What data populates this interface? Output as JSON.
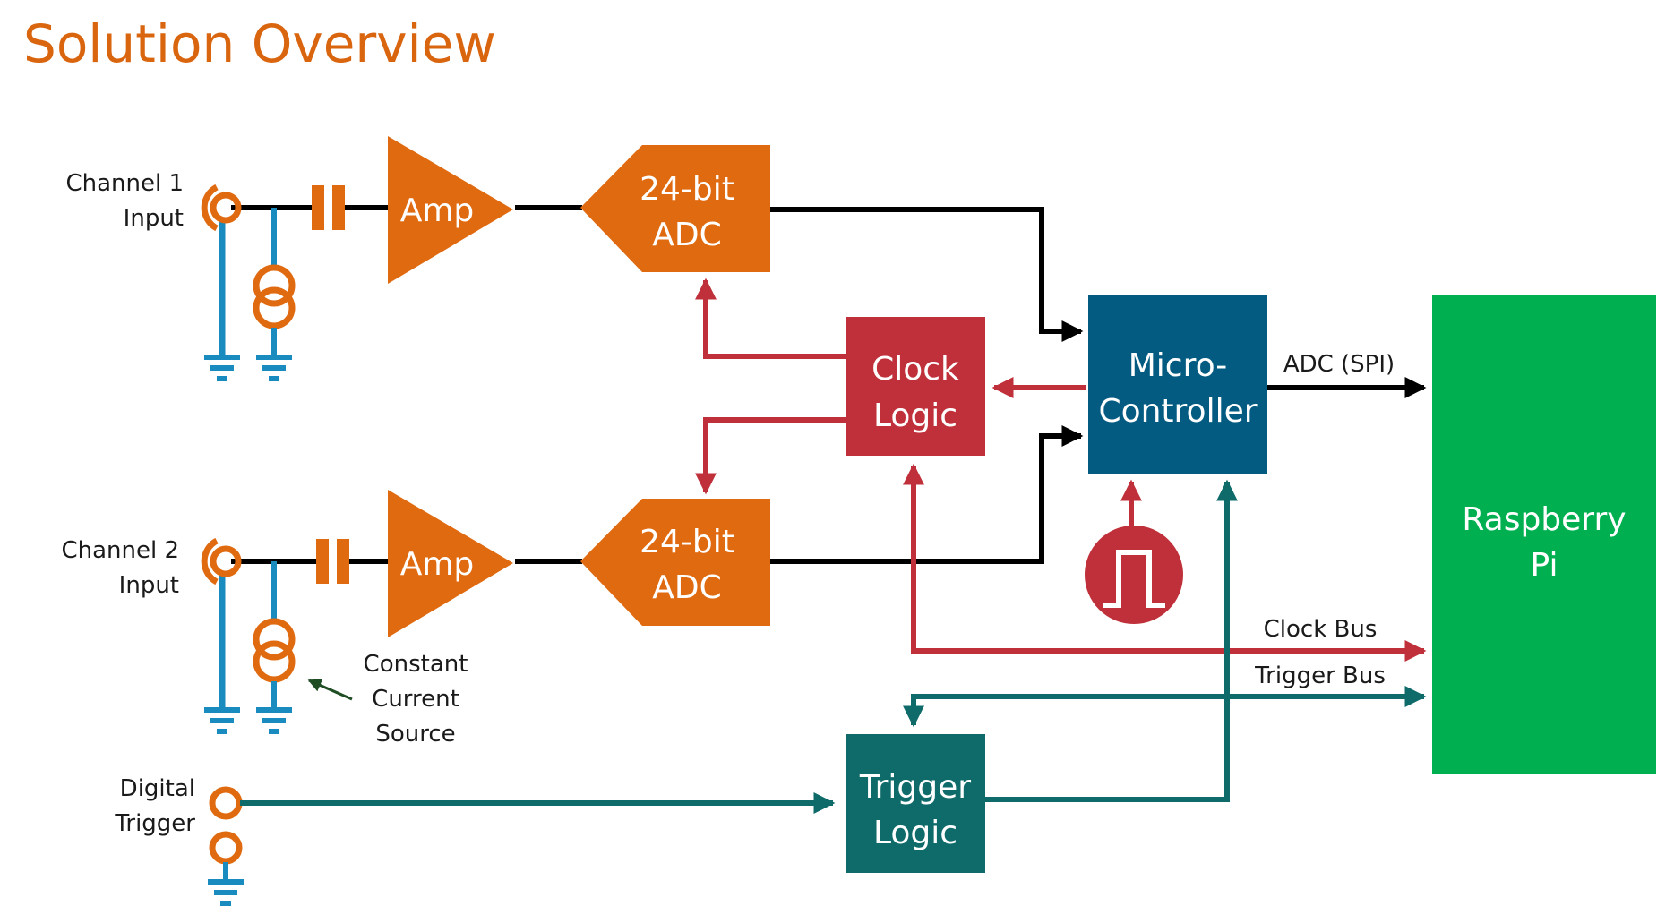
{
  "title": "Solution Overview",
  "colors": {
    "title": "#d9650f",
    "orange": "#e06a10",
    "blue": "#1a8bbf",
    "red": "#c0303a",
    "teal": "#0f6b6a",
    "navy": "#045b82",
    "green": "#00b050",
    "black": "#000000"
  },
  "inputs": {
    "channel1": [
      "Channel 1",
      "Input"
    ],
    "channel2": [
      "Channel 2",
      "Input"
    ],
    "trigger": [
      "Digital",
      "Trigger"
    ]
  },
  "current_source_label": [
    "Constant",
    "Current",
    "Source"
  ],
  "blocks": {
    "amp1": "Amp",
    "amp2": "Amp",
    "adc1": [
      "24-bit",
      "ADC"
    ],
    "adc2": [
      "24-bit",
      "ADC"
    ],
    "clock_logic": [
      "Clock",
      "Logic"
    ],
    "microcontroller": [
      "Micro-",
      "Controller"
    ],
    "trigger_logic": [
      "Trigger",
      "Logic"
    ],
    "raspberry_pi": [
      "Raspberry",
      "Pi"
    ]
  },
  "buses": {
    "adc_spi": "ADC (SPI)",
    "clock_bus": "Clock Bus",
    "trigger_bus": "Trigger Bus"
  }
}
